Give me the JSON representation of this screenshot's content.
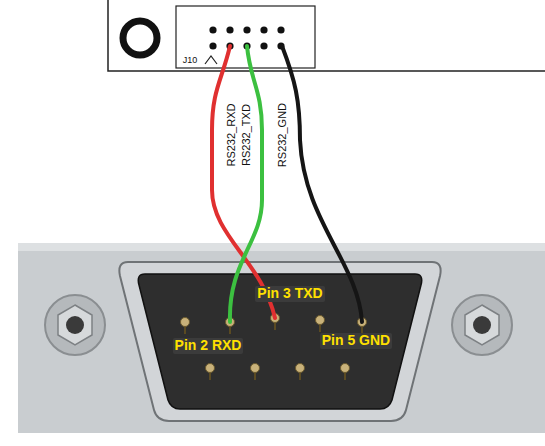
{
  "diagram": {
    "labels": [
      "J10",
      "RS232_RXD",
      "RS232_TXD",
      "RS232_GND",
      "Pin 3 TXD",
      "Pin 2 RXD",
      "Pin 5 GND"
    ]
  }
}
